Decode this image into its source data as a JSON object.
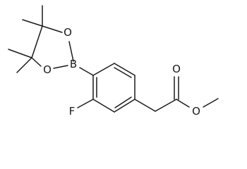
{
  "molecule": {
    "atoms": {
      "B": "B",
      "O_ring_top": "O",
      "O_ring_bottom": "O",
      "F": "F",
      "O_carbonyl": "O",
      "O_ester": "O"
    }
  }
}
